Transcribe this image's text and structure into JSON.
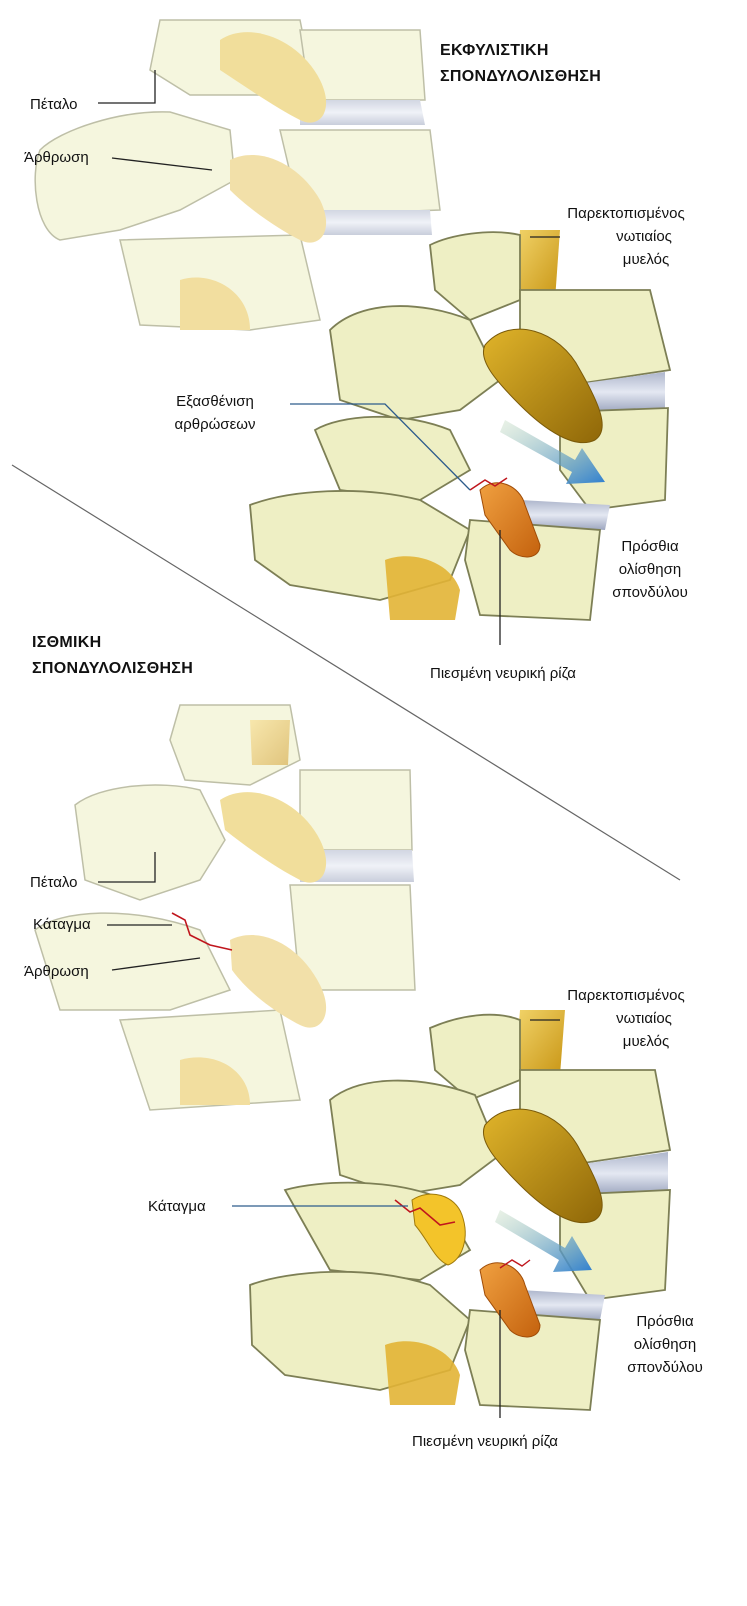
{
  "section_top": {
    "title_line1": "ΕΚΦΥΛΙΣΤΙΚΗ",
    "title_line2": "ΣΠΟΝΔΥΛΟΛΙΣΘΗΣΗ",
    "labels": {
      "lamina": "Πέταλο",
      "joint": "Άρθρωση",
      "displaced_cord_1": "Παρεκτοπισμένος",
      "displaced_cord_2": "νωτιαίος",
      "displaced_cord_3": "μυελός",
      "weakened_joints_1": "Εξασθένιση",
      "weakened_joints_2": "αρθρώσεων",
      "anterior_slip_1": "Πρόσθια",
      "anterior_slip_2": "ολίσθηση",
      "anterior_slip_3": "σπονδύλου",
      "compressed_root": "Πιεσμένη νευρική ρίζα"
    }
  },
  "section_bottom": {
    "title_line1": "ΙΣΘΜΙΚΗ",
    "title_line2": "ΣΠΟΝΔΥΛΟΛΙΣΘΗΣΗ",
    "labels": {
      "lamina": "Πέταλο",
      "fracture": "Κάταγμα",
      "joint": "Άρθρωση",
      "displaced_cord_1": "Παρεκτοπισμένος",
      "displaced_cord_2": "νωτιαίος",
      "displaced_cord_3": "μυελός",
      "fracture_2": "Κάταγμα",
      "anterior_slip_1": "Πρόσθια",
      "anterior_slip_2": "ολίσθηση",
      "anterior_slip_3": "σπονδύλου",
      "compressed_root": "Πιεσμένη νευρική ρίζα"
    }
  },
  "colors": {
    "bone": "#eeefc4",
    "bone_shadow": "#c9cc93",
    "bone_outline": "#7d7f55",
    "disc": "#c9cfe0",
    "spinal_cord": "#e4b928",
    "nerve_root": "#d97c18",
    "fracture": "#c0161d",
    "arrow": "#3b82c4"
  }
}
